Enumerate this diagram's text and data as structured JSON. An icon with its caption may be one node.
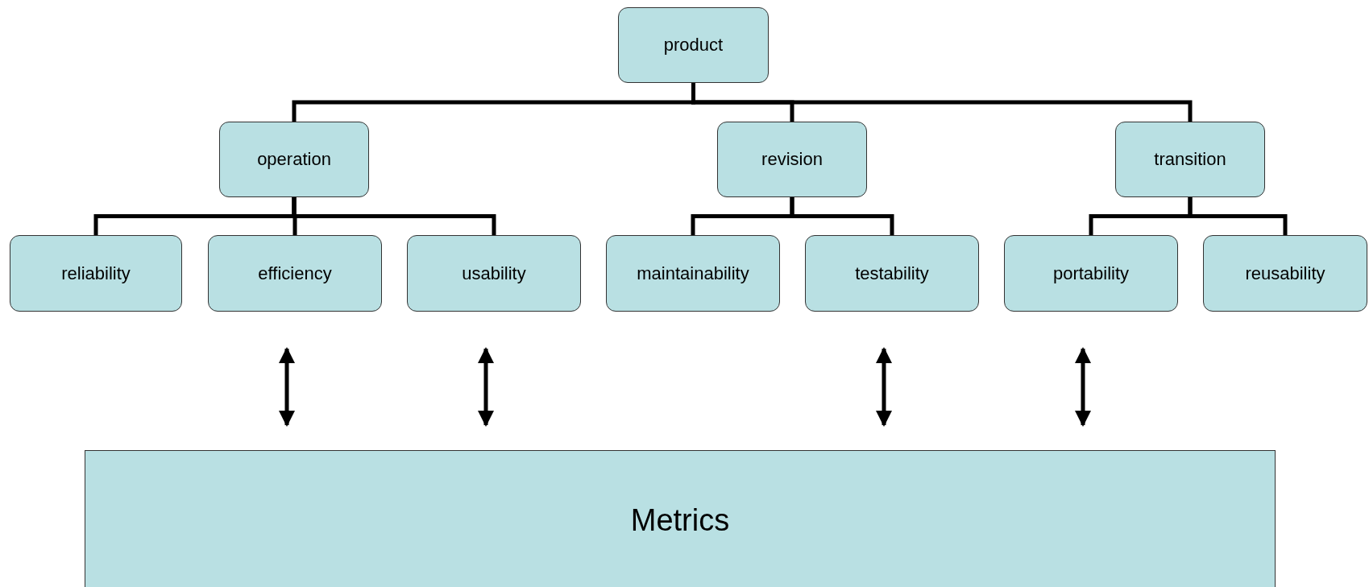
{
  "diagram": {
    "nodes": [
      {
        "text": [
          "product"
        ]
      },
      {
        "text": [
          "operation"
        ]
      },
      {
        "text": [
          "revision"
        ]
      },
      {
        "text": [
          "transition"
        ]
      },
      {
        "text": [
          "reliability"
        ]
      },
      {
        "text": [
          "efficiency"
        ]
      },
      {
        "text": [
          "usability"
        ]
      },
      {
        "text": [
          "maintainability"
        ]
      },
      {
        "text": [
          "testability"
        ]
      },
      {
        "text": [
          "portability"
        ]
      },
      {
        "text": [
          "reusability"
        ]
      },
      {
        "text": [
          "Metrics"
        ]
      }
    ],
    "edges": [
      {
        "from": 0,
        "to": 1,
        "arrow": "none"
      },
      {
        "from": 0,
        "to": 2,
        "arrow": "none"
      },
      {
        "from": 0,
        "to": 3,
        "arrow": "none"
      },
      {
        "from": 1,
        "to": 4,
        "arrow": "none"
      },
      {
        "from": 1,
        "to": 5,
        "arrow": "none"
      },
      {
        "from": 1,
        "to": 6,
        "arrow": "none"
      },
      {
        "from": 2,
        "to": 7,
        "arrow": "none"
      },
      {
        "from": 2,
        "to": 8,
        "arrow": "none"
      },
      {
        "from": 3,
        "to": 9,
        "arrow": "none"
      },
      {
        "from": 3,
        "to": 10,
        "arrow": "none"
      },
      {
        "from": 5,
        "to": 11,
        "arrow": "both"
      },
      {
        "from": 6,
        "to": 11,
        "arrow": "both"
      },
      {
        "from": 8,
        "to": 11,
        "arrow": "both"
      },
      {
        "from": 9,
        "to": 11,
        "arrow": "both"
      }
    ]
  }
}
